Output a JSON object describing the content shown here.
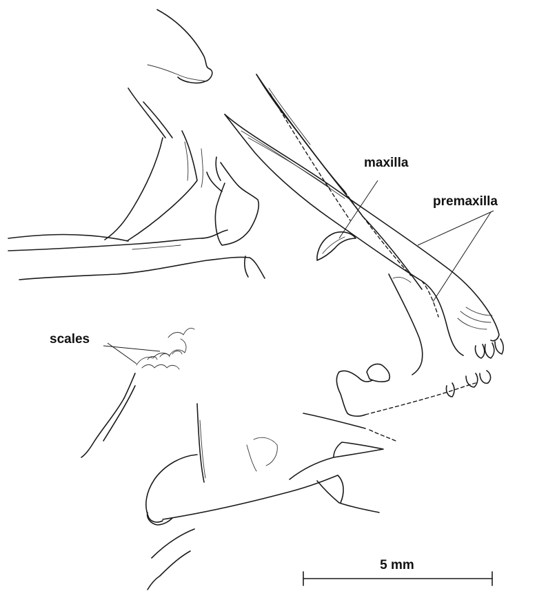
{
  "labels": {
    "maxilla": "maxilla",
    "premaxilla": "premaxilla",
    "scales": "scales"
  },
  "scale_bar": {
    "label": "5 mm"
  },
  "colors": {
    "ink": "#1a1a1a",
    "background": "#ffffff"
  }
}
